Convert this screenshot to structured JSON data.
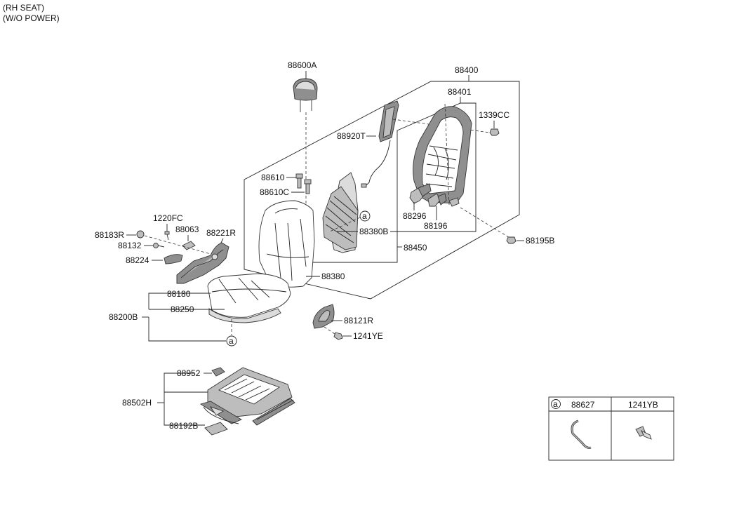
{
  "header": {
    "line1": "(RH SEAT)",
    "line2": "(W/O POWER)"
  },
  "parts": {
    "p88600A": "88600A",
    "p88400": "88400",
    "p88401": "88401",
    "p1339CC": "1339CC",
    "p88920T": "88920T",
    "p88610": "88610",
    "p88610C": "88610C",
    "p88296": "88296",
    "p88196": "88196",
    "p88195B": "88195B",
    "p88380B": "88380B",
    "p88450": "88450",
    "p88380": "88380",
    "p1220FC": "1220FC",
    "p88063": "88063",
    "p88183R": "88183R",
    "p88221R": "88221R",
    "p88132": "88132",
    "p88224": "88224",
    "p88180": "88180",
    "p88250": "88250",
    "p88200B": "88200B",
    "p88121R": "88121R",
    "p1241YE": "1241YE",
    "p88952": "88952",
    "p88502H": "88502H",
    "p88192B": "88192B"
  },
  "callout": "a",
  "legend": {
    "marker": "a",
    "col1": "88627",
    "col2": "1241YB"
  }
}
